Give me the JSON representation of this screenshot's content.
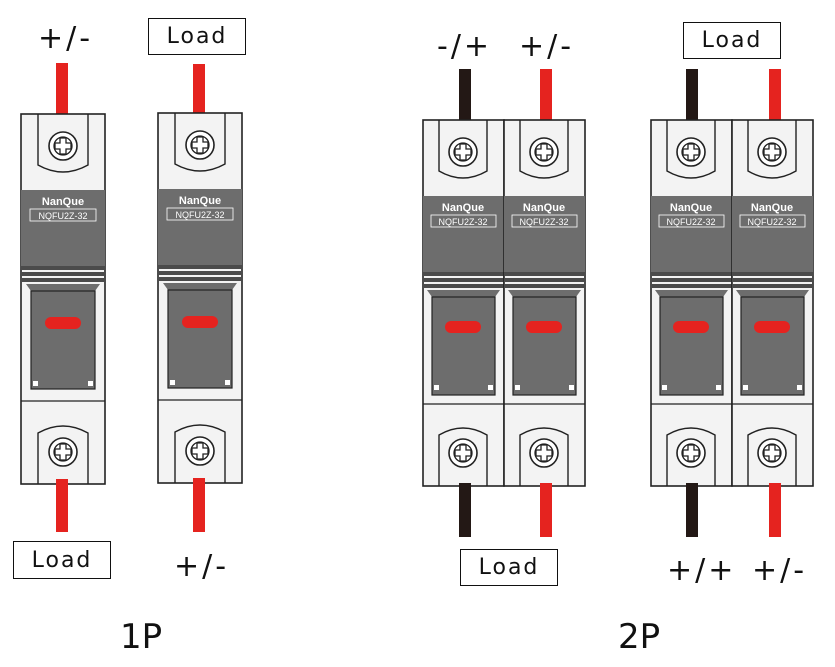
{
  "one_pole": {
    "caption": "1P",
    "left_breaker": {
      "top_label": "+/-",
      "bottom_label": "Load"
    },
    "right_breaker": {
      "top_label": "Load",
      "bottom_label": "+/-"
    }
  },
  "two_pole": {
    "caption": "2P",
    "left_breaker": {
      "top_label_1": "-/+",
      "top_label_2": "+/-",
      "bottom_label": "Load"
    },
    "right_breaker": {
      "top_label": "Load",
      "bottom_label_1": "+/+",
      "bottom_label_2": "+/-"
    }
  },
  "module": {
    "brand": "NanQue",
    "model": "NQFU2Z-32"
  },
  "colors": {
    "positive_wire": "#e5231f",
    "negative_wire": "#231815",
    "indicator": "#e5231f",
    "body": "#6d6d6d"
  }
}
